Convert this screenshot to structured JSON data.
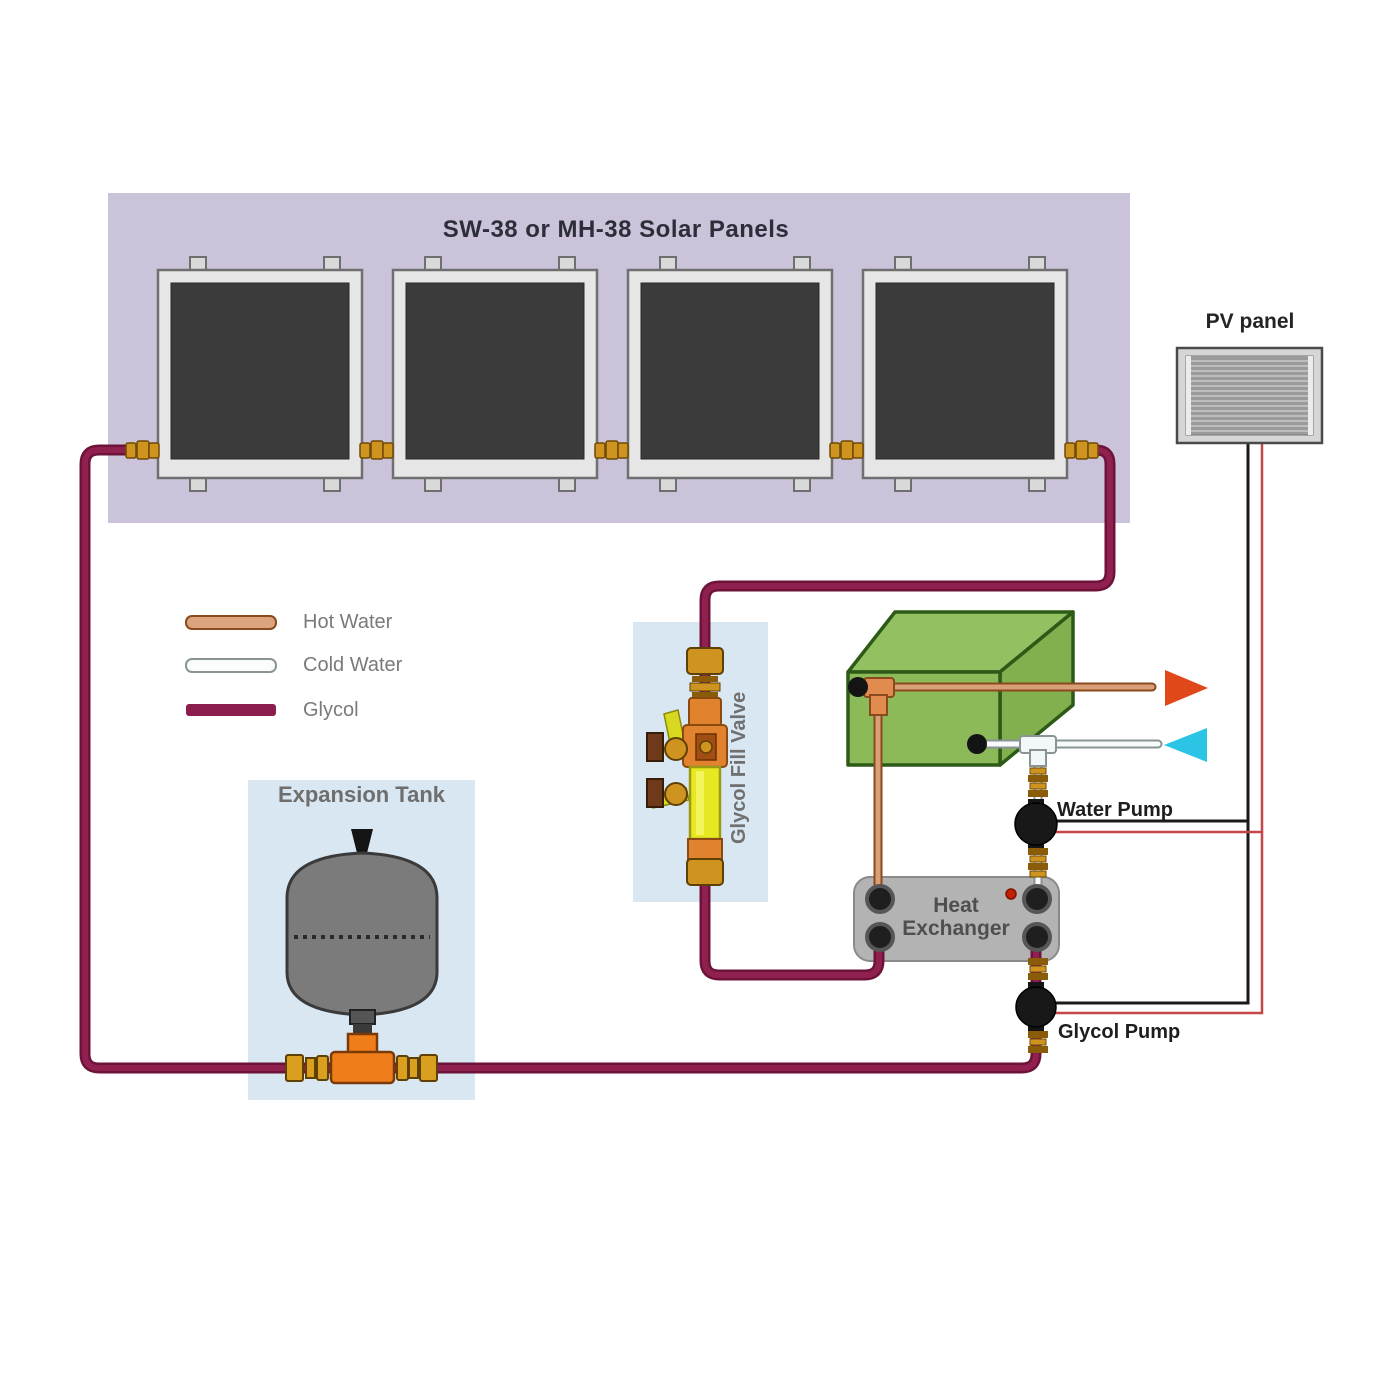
{
  "title": "SW-38 or MH-38 Solar Panels",
  "pv_panel_label": "PV panel",
  "legend": {
    "items": [
      {
        "label": "Hot Water",
        "color": "#dba47e"
      },
      {
        "label": "Cold Water",
        "color": "#f7fbfb"
      },
      {
        "label": "Glycol",
        "color": "#8c1e4e"
      }
    ]
  },
  "components": {
    "solar_array": {
      "panel_count": 4
    },
    "pv_panel": {
      "label": "PV panel"
    },
    "expansion_tank": {
      "label": "Expansion Tank"
    },
    "glycol_fill_valve": {
      "label": "Glycol Fill Valve"
    },
    "heat_exchanger": {
      "label": "Heat Exchanger"
    },
    "water_pump": {
      "label": "Water Pump"
    },
    "glycol_pump": {
      "label": "Glycol Pump"
    }
  },
  "colors": {
    "glycol_pipe": "#8c1e4e",
    "hot_water_pipe": "#d9a078",
    "cold_water_pipe": "#f7fbfb",
    "array_background": "#cbc3d9",
    "component_box_background": "#d9e7f2",
    "storage_tank_green": "#8cba58",
    "hot_arrow": "#e0481a",
    "cold_arrow": "#2cc4e4",
    "wire_positive": "#c64747",
    "wire_negative": "#1a1a1a",
    "brass_fitting": "#cf9420"
  }
}
